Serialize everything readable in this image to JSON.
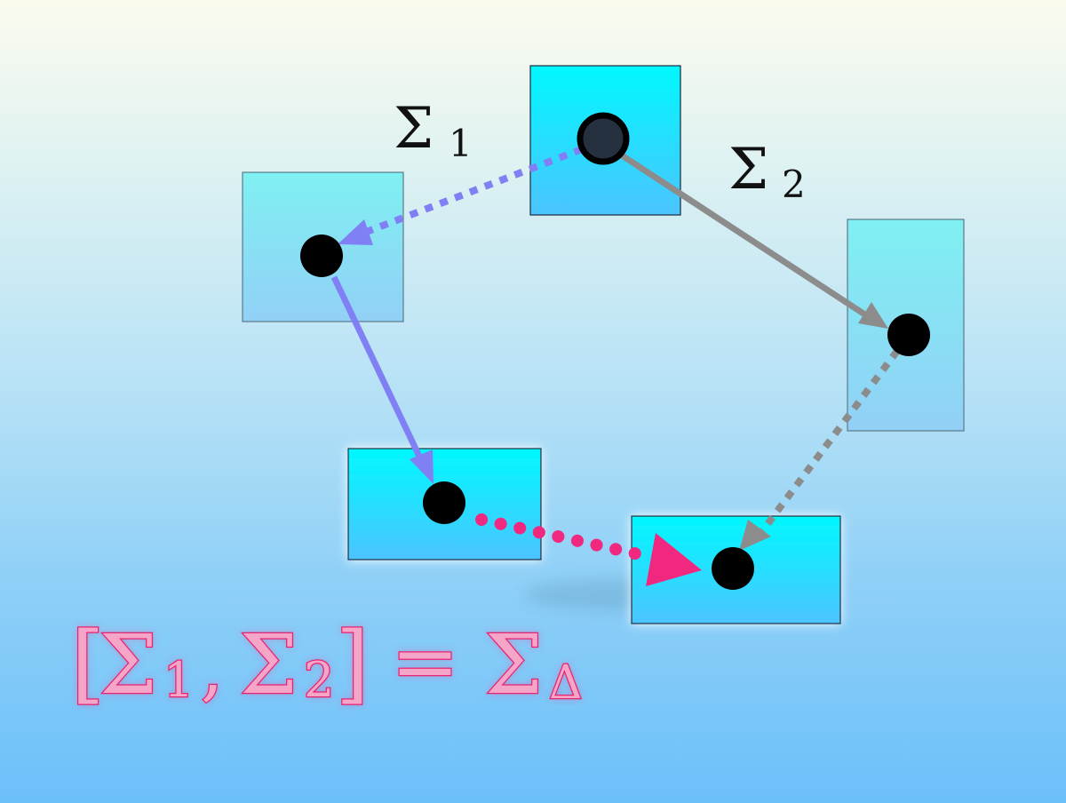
{
  "labels": {
    "sigma_1": "Σ",
    "sigma_1_sub": "1",
    "sigma_2": "Σ",
    "sigma_2_sub": "2"
  },
  "equation": {
    "open_bracket": "[",
    "sigma": "Σ",
    "sub1": "1",
    "comma": ",",
    "sub2": "2",
    "close_bracket": "]",
    "equals": "=",
    "sub_delta": "Δ"
  },
  "colors": {
    "blue_path": "#8080f4",
    "gray_path": "#8c8c8c",
    "pink_path": "#f0287f",
    "box_top": "#00f6ff",
    "box_bottom": "#5fc8ff",
    "dot": "#000000"
  }
}
